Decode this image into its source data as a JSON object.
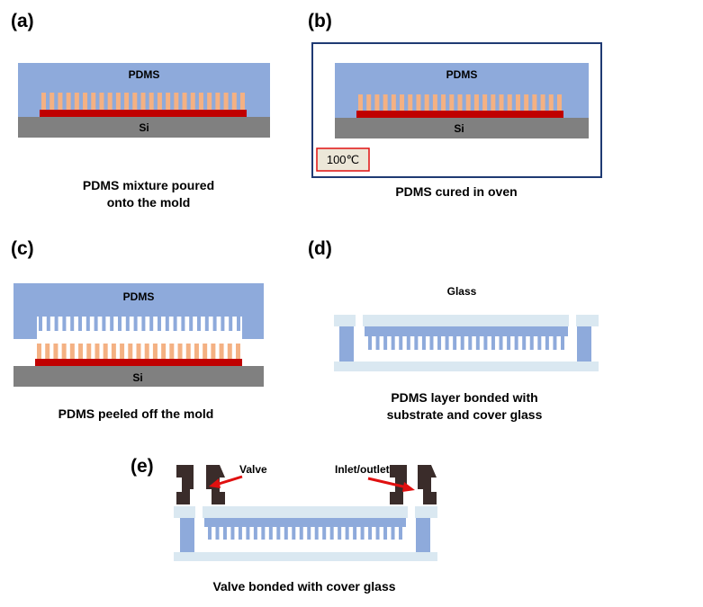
{
  "colors": {
    "pdms": "#8eaadb",
    "silicon": "#808080",
    "mold_base": "#c00000",
    "mold_pillar": "#f4b183",
    "glass": "#dae8f1",
    "pdms_side": "#8eaadb",
    "valve": "#3a2c2a",
    "arrow": "#e01010",
    "oven_frame": "#1f3a73",
    "temp_box_border": "#e01010",
    "temp_box_fill": "#ece7d8"
  },
  "panels": {
    "a": {
      "label": "(a)",
      "pdms_label": "PDMS",
      "si_label": "Si",
      "caption_lines": [
        "PDMS mixture  poured",
        "onto the mold"
      ]
    },
    "b": {
      "label": "(b)",
      "pdms_label": "PDMS",
      "si_label": "Si",
      "temperature": "100℃",
      "caption_lines": [
        "PDMS cured in oven"
      ]
    },
    "c": {
      "label": "(c)",
      "pdms_label": "PDMS",
      "si_label": "Si",
      "caption_lines": [
        "PDMS peeled off the mold"
      ]
    },
    "d": {
      "label": "(d)",
      "glass_label": "Glass",
      "caption_lines": [
        "PDMS layer bonded with",
        "substrate and cover glass"
      ]
    },
    "e": {
      "label": "(e)",
      "valve_label": "Valve",
      "inlet_label": "Inlet/outlet",
      "caption_lines": [
        "Valve bonded with cover glass"
      ]
    }
  }
}
